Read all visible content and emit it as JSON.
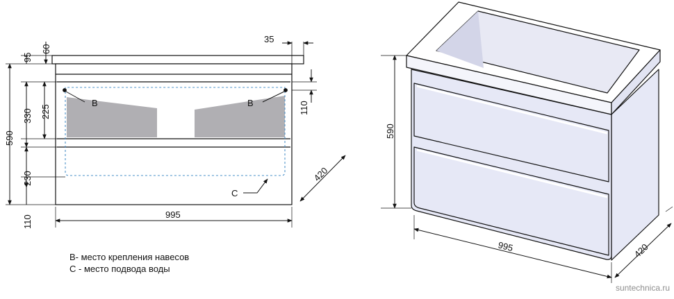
{
  "front_view": {
    "dims": {
      "top_overhang": "35",
      "left_60": "60",
      "left_95": "95",
      "left_590": "590",
      "left_225": "225",
      "left_330": "330",
      "left_230": "230",
      "left_110": "110",
      "right_110": "110",
      "depth_420": "420",
      "width_995": "995"
    },
    "labels": {
      "b_left": "B",
      "b_right": "B",
      "c": "C"
    }
  },
  "iso_view": {
    "dims": {
      "height_590": "590",
      "width_995": "995",
      "depth_420": "420"
    }
  },
  "legend": {
    "line1": "B- место крепления навесов",
    "line2": "C - место подвода воды"
  },
  "watermark": "suntechnica.ru",
  "colors": {
    "line": "#111111",
    "cabinet_fill": "#e6e8f6",
    "shadow": "#b0afb3",
    "water": "#4a90c8"
  }
}
